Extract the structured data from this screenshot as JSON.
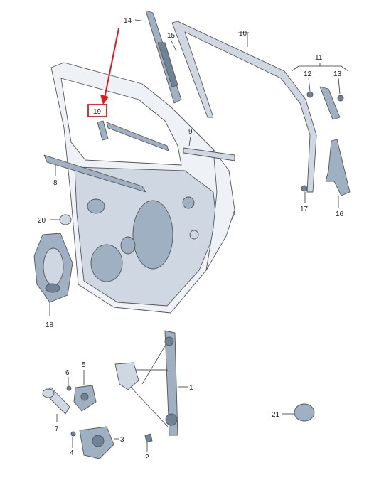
{
  "callouts": {
    "c1": "1",
    "c2": "2",
    "c3": "3",
    "c4": "4",
    "c5": "5",
    "c6": "6",
    "c7": "7",
    "c8": "8",
    "c9": "9",
    "c10": "10",
    "c11": "11",
    "c12": "12",
    "c13": "13",
    "c14": "14",
    "c15": "15",
    "c16": "16",
    "c17": "17",
    "c18": "18",
    "c19": "19",
    "c20": "20",
    "c21": "21"
  },
  "highlight": {
    "target": "19",
    "color": "#e0191e"
  },
  "colors": {
    "part_fill": "#cfd8e2",
    "part_stroke": "#555555",
    "highlight": "#e0191e"
  }
}
